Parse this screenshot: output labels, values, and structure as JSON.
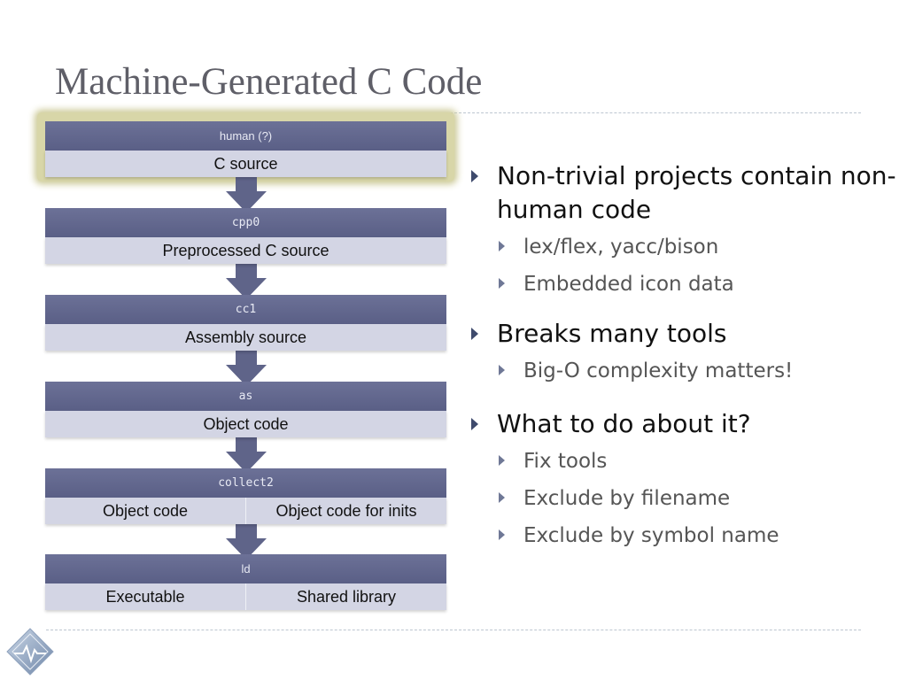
{
  "slide": {
    "title": "Machine-Generated C Code"
  },
  "pipeline": [
    {
      "header": "human (?)",
      "header_mono": false,
      "cells": [
        "C source"
      ],
      "highlighted": true
    },
    {
      "header": "cpp0",
      "header_mono": true,
      "cells": [
        "Preprocessed C source"
      ]
    },
    {
      "header": "cc1",
      "header_mono": true,
      "cells": [
        "Assembly source"
      ]
    },
    {
      "header": "as",
      "header_mono": true,
      "cells": [
        "Object code"
      ]
    },
    {
      "header": "collect2",
      "header_mono": true,
      "cells": [
        "Object code",
        "Object code for inits"
      ]
    },
    {
      "header": "ld",
      "header_mono": false,
      "cells": [
        "Executable",
        "Shared library"
      ]
    }
  ],
  "bullets": [
    {
      "text": "Non-trivial projects contain non-human code",
      "sub": [
        "lex/flex, yacc/bison",
        "Embedded icon data"
      ]
    },
    {
      "text": "Breaks many tools",
      "sub": [
        "Big-O complexity matters!"
      ]
    },
    {
      "text": "What to do about it?",
      "sub": [
        "Fix tools",
        "Exclude by filename",
        "Exclude by symbol name"
      ]
    }
  ],
  "colors": {
    "header": "#5f6489",
    "body": "#d3d5e4",
    "highlight": "#d8d6a8",
    "title": "#5f5f68",
    "bullet": "#3e4a6c"
  },
  "icons": {
    "bullet": "triangle-right-icon",
    "logo": "diamond-pulse-logo-icon",
    "connector": "down-arrow-icon"
  }
}
